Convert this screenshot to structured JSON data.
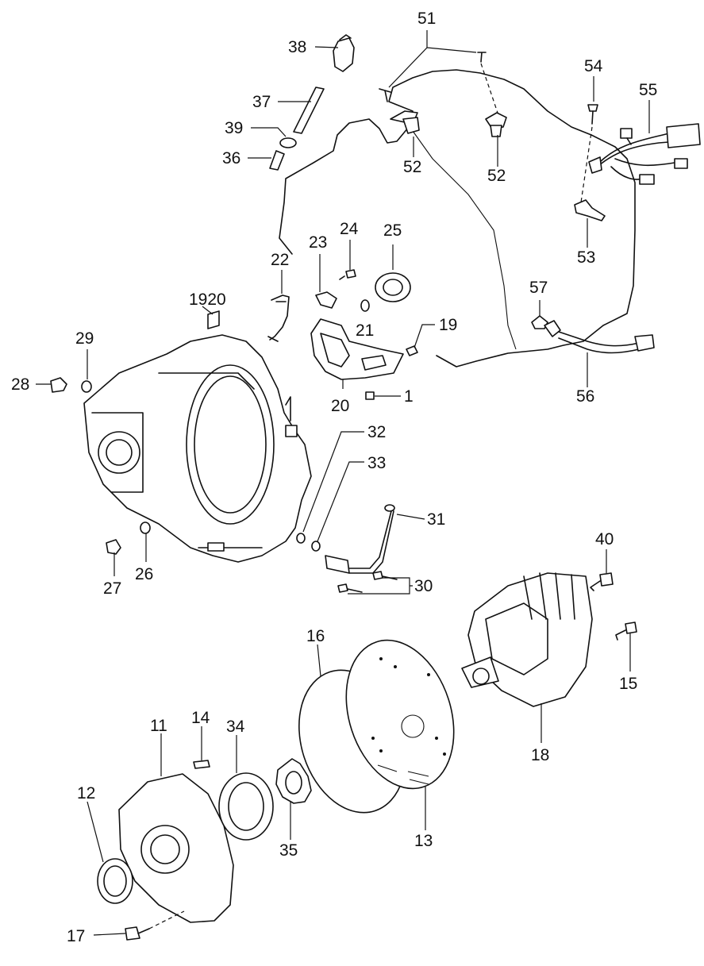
{
  "callouts": {
    "c1": "1",
    "c11": "11",
    "c12": "12",
    "c13": "13",
    "c14": "14",
    "c15": "15",
    "c16": "16",
    "c17": "17",
    "c18": "18",
    "c19": "19",
    "c1920": "1920",
    "c20": "20",
    "c21": "21",
    "c22": "22",
    "c23": "23",
    "c24": "24",
    "c25": "25",
    "c26": "26",
    "c27": "27",
    "c28": "28",
    "c29": "29",
    "c30": "30",
    "c31": "31",
    "c32": "32",
    "c33": "33",
    "c34": "34",
    "c35": "35",
    "c36": "36",
    "c37": "37",
    "c38": "38",
    "c39": "39",
    "c40": "40",
    "c51": "51",
    "c52a": "52",
    "c52b": "52",
    "c53": "53",
    "c54": "54",
    "c55": "55",
    "c56": "56",
    "c57": "57"
  }
}
